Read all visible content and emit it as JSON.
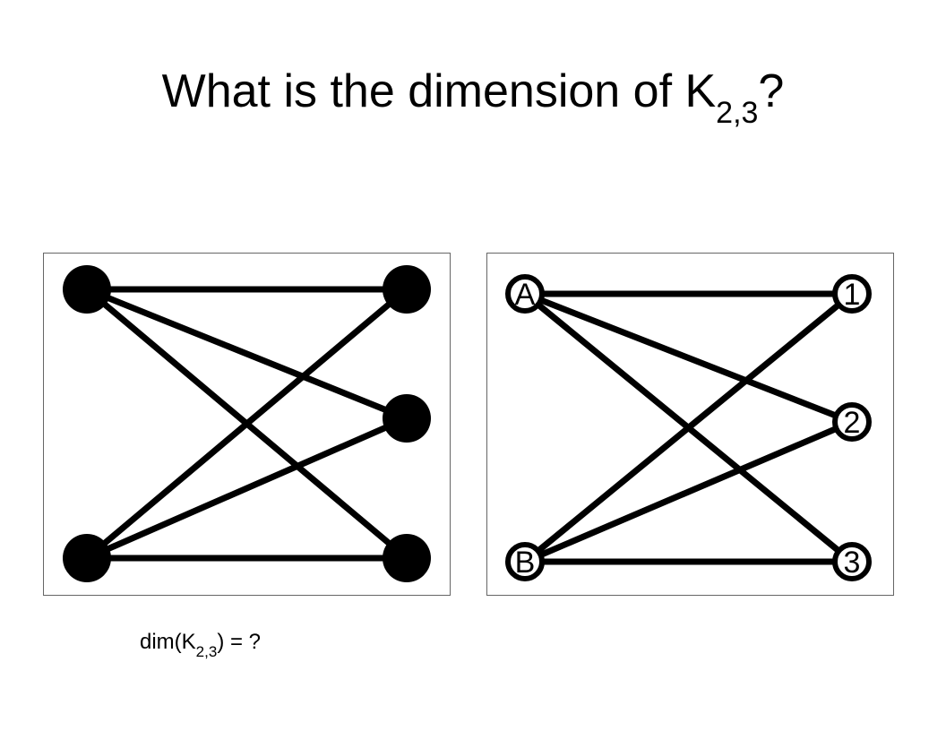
{
  "title": {
    "prefix": "What is the dimension of K",
    "subscript": "2,3",
    "suffix": "?"
  },
  "caption": {
    "prefix": "dim(K",
    "subscript": "2,3",
    "suffix": ") = ?"
  },
  "right_graph": {
    "left_labels": [
      "A",
      "B"
    ],
    "right_labels": [
      "1",
      "2",
      "3"
    ]
  }
}
